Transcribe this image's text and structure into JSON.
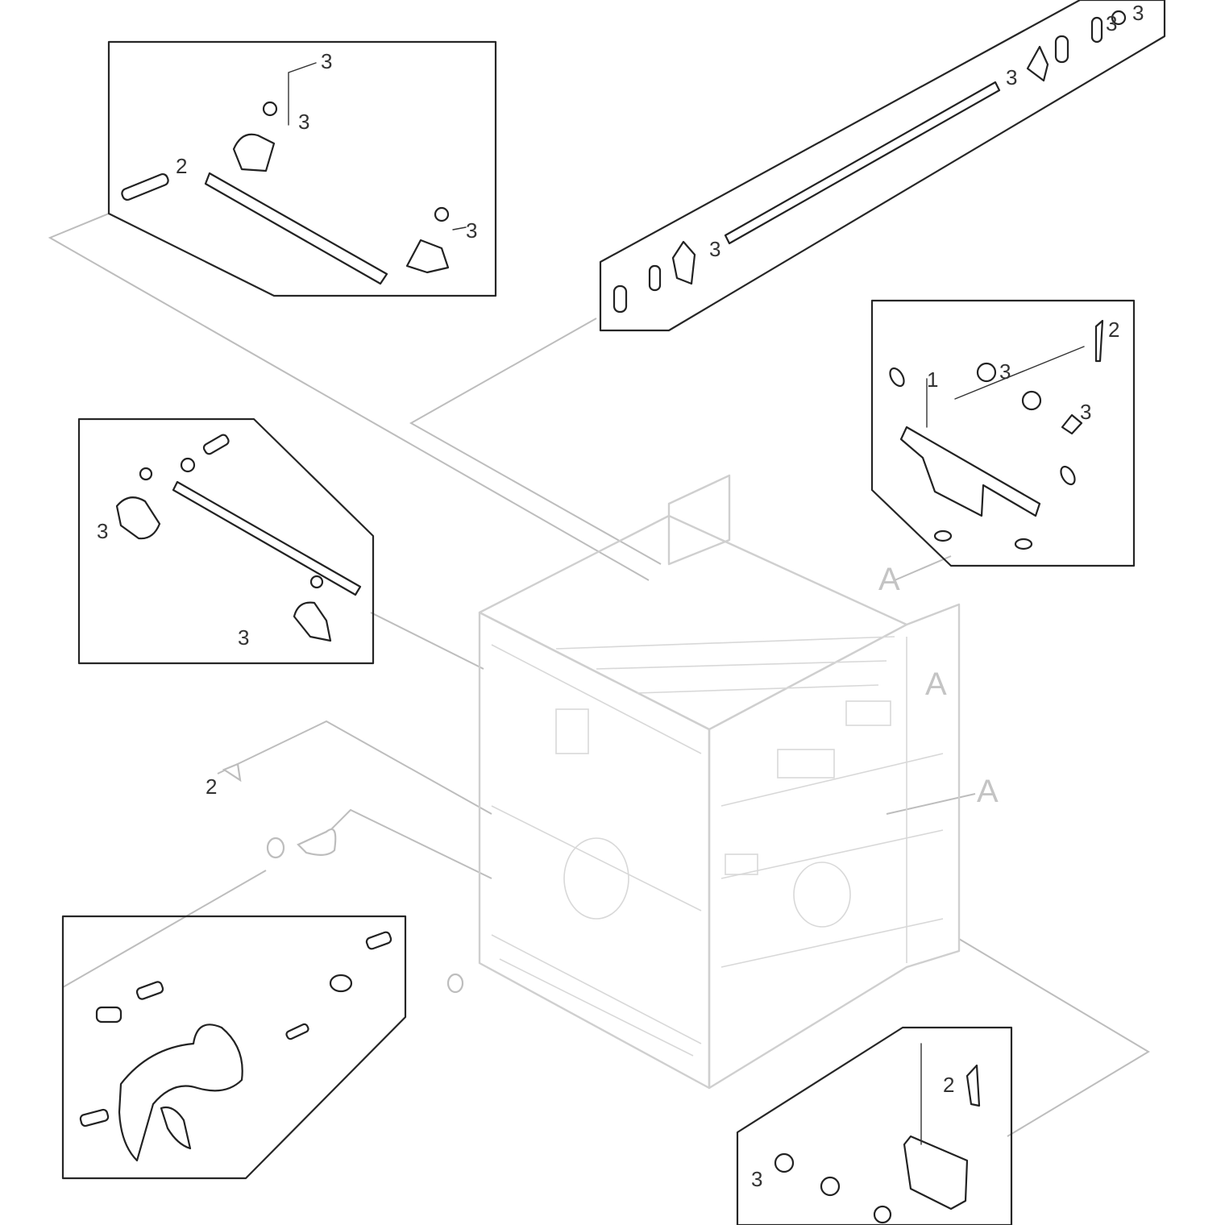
{
  "diagram": {
    "callouts": {
      "top_left": [
        "3",
        "3",
        "2",
        "3"
      ],
      "top_right": [
        "3",
        "3",
        "3",
        "3"
      ],
      "mid_left": [
        "3",
        "3"
      ],
      "right": [
        "2",
        "3",
        "1",
        "3"
      ],
      "front": [
        "2"
      ],
      "bottom_right": [
        "3",
        "2"
      ]
    },
    "section_markers": [
      "A",
      "A",
      "A"
    ]
  }
}
